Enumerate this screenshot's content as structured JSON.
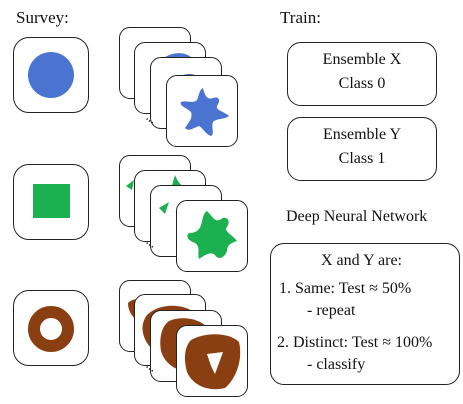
{
  "survey": {
    "heading": "Survey:",
    "rows": [
      {
        "shape": "circle",
        "color": "#4a74d0"
      },
      {
        "shape": "square",
        "color": "#1db050"
      },
      {
        "shape": "ring",
        "color": "#8a3f12"
      }
    ]
  },
  "train": {
    "heading": "Train:",
    "ensembles": [
      {
        "line1": "Ensemble X",
        "line2": "Class 0"
      },
      {
        "line1": "Ensemble Y",
        "line2": "Class 1"
      }
    ]
  },
  "dnn": {
    "heading": "Deep Neural Network",
    "title": "X and Y are:",
    "item1_head": "1.  Same: Test ≈ 50%",
    "item1_sub": "- repeat",
    "item2_head": "2. Distinct: Test ≈ 100%",
    "item2_sub": "- classify"
  },
  "colors": {
    "blue": "#4a74d0",
    "green": "#1db050",
    "brown": "#8a3f12",
    "outline": "#222222"
  },
  "icons": {
    "ellipsis": "···"
  }
}
